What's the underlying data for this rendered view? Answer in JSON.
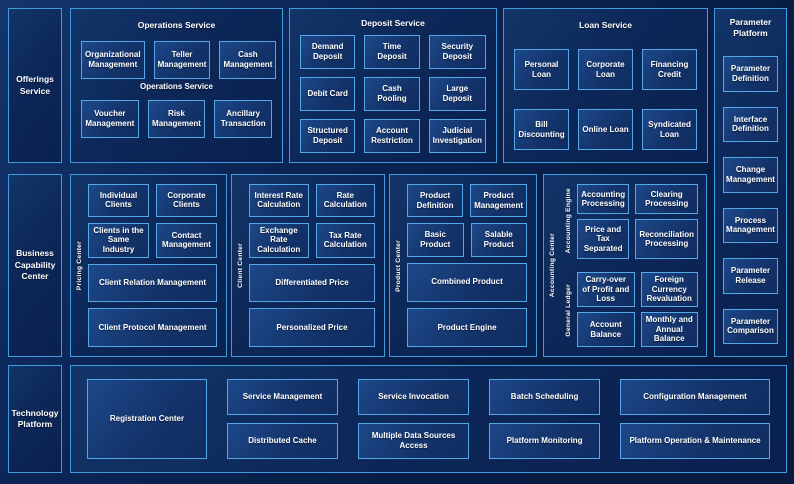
{
  "palette": {
    "background": "#0a2150",
    "panel_border": "#3f9ade",
    "box_border": "#54a8e8",
    "text": "#ffffff"
  },
  "left_labels": {
    "offerings": "Offerings Service",
    "business": "Business Capability Center",
    "technology": "Technology Platform"
  },
  "operations": {
    "title": "Operations Service",
    "subtitle": "Operations Service",
    "row1": [
      "Organizational Management",
      "Teller Management",
      "Cash Management"
    ],
    "row2": [
      "Voucher Management",
      "Risk Management",
      "Ancillary Transaction"
    ]
  },
  "deposit": {
    "title": "Deposit Service",
    "items": [
      "Demand Deposit",
      "Time Deposit",
      "Security Deposit",
      "Debit Card",
      "Cash Pooling",
      "Large Deposit",
      "Structured Deposit",
      "Account Restriction",
      "Judicial Investigation"
    ]
  },
  "loan": {
    "title": "Loan Service",
    "row1": [
      "Personal Loan",
      "Corporate Loan",
      "Financing Credit"
    ],
    "row2": [
      "Bill Discounting",
      "Online Loan",
      "Syndicated Loan"
    ]
  },
  "parameter_platform": {
    "title": "Parameter Platform",
    "items": [
      "Parameter Definition",
      "Interface Definition",
      "Change Management",
      "Process Management",
      "Parameter Release",
      "Parameter Comparison"
    ]
  },
  "pricing_center": {
    "side_label": "Pricing Center",
    "small": [
      "Individual Clients",
      "Corporate Clients",
      "Clients in the Same Industry",
      "Contact Management"
    ],
    "wide": [
      "Client Relation Management",
      "Client Protocol Management"
    ]
  },
  "client_center": {
    "side_label": "Client Center",
    "small": [
      "Interest Rate Calculation",
      "Rate Calculation",
      "Exchange Rate Calculation",
      "Tax Rate Calculation"
    ],
    "wide": [
      "Differentiated Price",
      "Personalized Price"
    ]
  },
  "product_center": {
    "side_label": "Product Center",
    "small": [
      "Product Definition",
      "Product Management",
      "Basic Product",
      "Salable Product"
    ],
    "wide": [
      "Combined Product",
      "Product Engine"
    ]
  },
  "accounting_center": {
    "side_label": "Accounting Center",
    "engine_label": "Accounting Engine",
    "ledger_label": "General Ledger",
    "engine_items": [
      "Accounting Processing",
      "Clearing Processing",
      "Price and Tax Separated",
      "Reconciliation Processing"
    ],
    "ledger_items": [
      "Carry-over of Profit and Loss",
      "Foreign Currency Revaluation",
      "Account Balance",
      "Monthly and Annual Balance"
    ]
  },
  "technology_platform": {
    "registration": "Registration Center",
    "col1": [
      "Service Management",
      "Distributed Cache"
    ],
    "col2": [
      "Service Invocation",
      "Multiple Data Sources Access"
    ],
    "col3": [
      "Batch Scheduling",
      "Platform Monitoring"
    ],
    "col4": [
      "Configuration Management",
      "Platform Operation & Maintenance"
    ]
  }
}
